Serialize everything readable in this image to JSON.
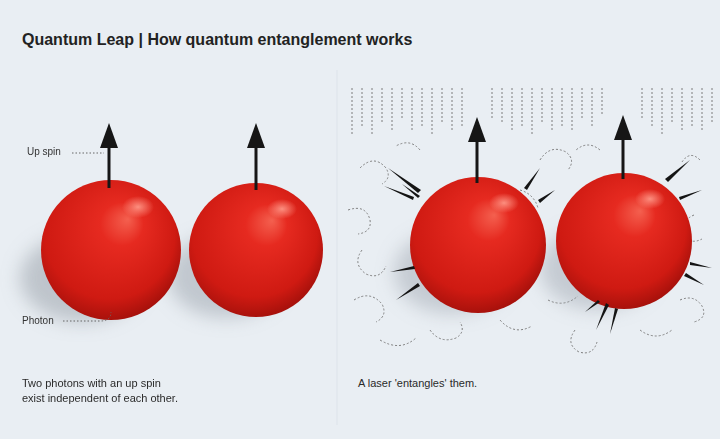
{
  "diagram": {
    "title": "Quantum Leap | How quantum entanglement works",
    "labels": [
      "Up spin",
      "Photon",
      "Two photons with an up spin exist independent of each other.",
      "A laser 'entangles' them."
    ]
  }
}
